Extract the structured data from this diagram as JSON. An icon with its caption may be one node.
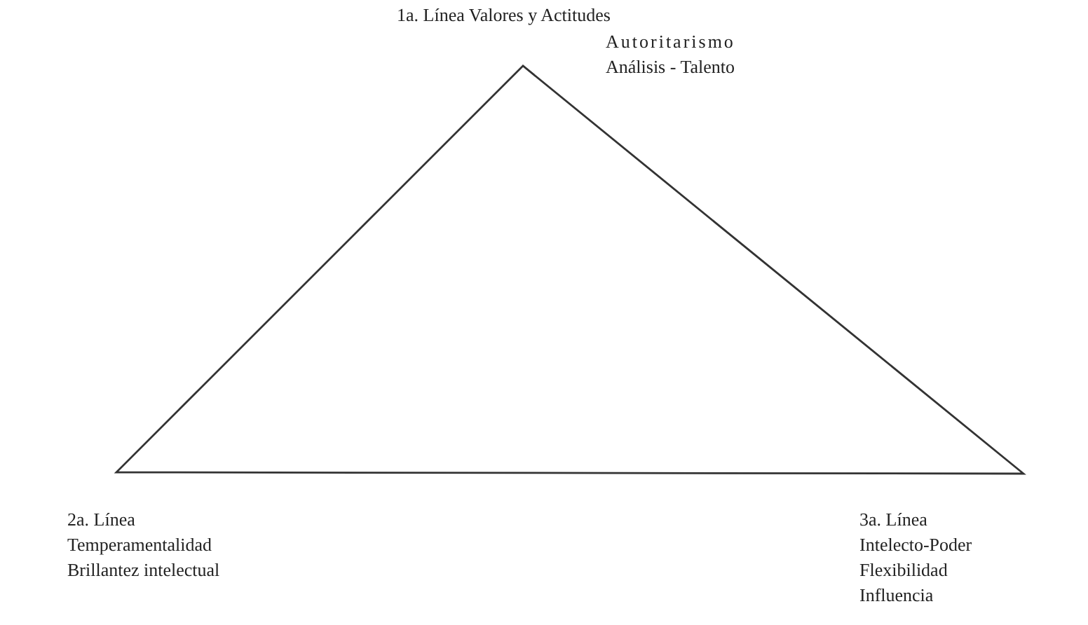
{
  "diagram": {
    "labels": [
      "1a. Línea Valores y Actitudes",
      "Autoritarismo",
      "Análisis - Talento",
      "2a. Línea",
      "Temperamentalidad",
      "Brillantez intelectual",
      "3a. Línea",
      "Intelecto-Poder",
      "Flexibilidad",
      "Influencia"
    ]
  }
}
